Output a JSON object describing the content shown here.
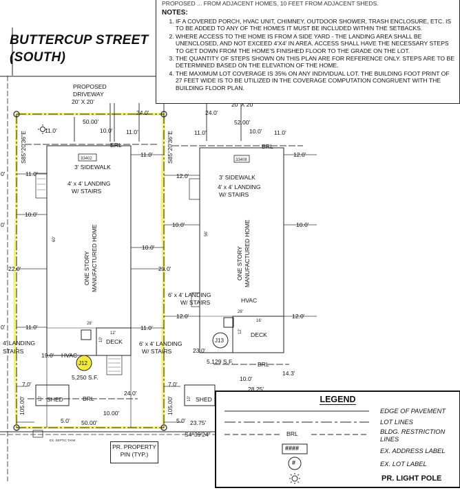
{
  "street_name": "BUTTERCUP STREET",
  "street_direction": "(SOUTH)",
  "notes": {
    "top_partial": "PROPOSED ... FROM ADJACENT HOMES, 10 FEET FROM ADJACENT SHEDS.",
    "heading": "NOTES:",
    "items": [
      "IF A COVERED PORCH, HVAC UNIT, CHIMNEY, OUTDOOR SHOWER, TRASH ENCLOSURE, ETC. IS TO BE ADDED TO ANY OF THE HOMES IT MUST BE INCLUDED WITHIN THE SETBACKS.",
      "WHERE ACCESS TO THE HOME IS FROM A SIDE YARD - THE LANDING AREA SHALL BE UNENCLOSED, AND NOT EXCEED 4'X4' IN AREA. ACCESS SHALL HAVE THE NECESSARY STEPS TO GET DOWN FROM THE HOME'S FINISHED FLOOR TO THE GRADE ON THE LOT.",
      "THE QUANTITY OF STEPS SHOWN ON THIS PLAN ARE FOR REFERENCE ONLY. STEPS ARE TO BE DETERMINED BASED ON THE ELEVATION OF THE HOME.",
      "THE MAXIMUM LOT COVERAGE IS 35% ON ANY INDIVIDUAL LOT. THE BUILDING FOOT PRINT OF 27 FEET WIDE IS TO BE UTILIZED IN THE COVERAGE COMPUTATION CONGRUENT WITH THE BUILDING FLOOR PLAN."
    ]
  },
  "labels": {
    "proposed_driveway": "PROPOSED",
    "proposed_driveway_2": "DRIVEWAY",
    "driveway_size": "20' X 20'",
    "driveway_size_partial": "20' X 20'",
    "brl": "BRL",
    "sidewalk": "3' SIDEWALK",
    "landing_stairs_1": "4' x 4' LANDING",
    "landing_stairs_2": "W/ STAIRS",
    "landing_6x4_1": "6' x 4' LANDING",
    "landing_6x4_2": "W/ STAIRS",
    "left_landing_1": "4' LANDING",
    "left_landing_2": "STAIRS",
    "home_1": "ONE STORY",
    "home_2": "MANUFACTURED HOME",
    "deck": "DECK",
    "hvac": "HVAC",
    "shed": "SHED",
    "pr_property_pin_1": "PR. PROPERTY",
    "pr_property_pin_2": "PIN (TYP.)",
    "bearing_north": "S85°20'36\"E",
    "bearing_south": "S4°39'24\"",
    "ex_septic": "EX. SEPTIC TANK",
    "lot_j12": "J12",
    "lot_j13": "J13",
    "addr_33402": "33402",
    "addr_33408": "33408",
    "sf_j12": "5,250 S.F.",
    "sf_j13": "5,129 S.F."
  },
  "dimensions": {
    "d50": "50.00'",
    "d52": "52.00'",
    "d10": "10.0'",
    "d11": "11.0'",
    "d12": "12.0'",
    "d22": "22.0'",
    "d23": "23.0'",
    "d24": "24.0'",
    "d19": "19.0'",
    "d7": "7.0'",
    "d5": "5.0'",
    "d105": "105.00'",
    "d23_75": "23.75'",
    "d14_3": "14.3'",
    "d28_25": "28.25'",
    "d10_00": "10.00'",
    "w28": "28'",
    "w12": "12'",
    "w16": "16'",
    "w10": "10'",
    "h60": "60'",
    "h56": "56'",
    "left_0": "0'"
  },
  "legend": {
    "title": "LEGEND",
    "edge_pavement": "EDGE OF PAVEMENT",
    "lot_lines": "LOT LINES",
    "brl_1": "BLDG. RESTRICTION",
    "brl_2": "LINES",
    "brl_symbol": "BRL",
    "address_symbol": "####",
    "address_label": "EX. ADDRESS LABEL",
    "lot_symbol": "#",
    "lot_label": "EX. LOT LABEL",
    "light_pole": "PR. LIGHT POLE"
  },
  "colors": {
    "lot_highlight": "#f3ee6a",
    "lot_label_fill": "#f4ea3a",
    "line": "#222222"
  }
}
